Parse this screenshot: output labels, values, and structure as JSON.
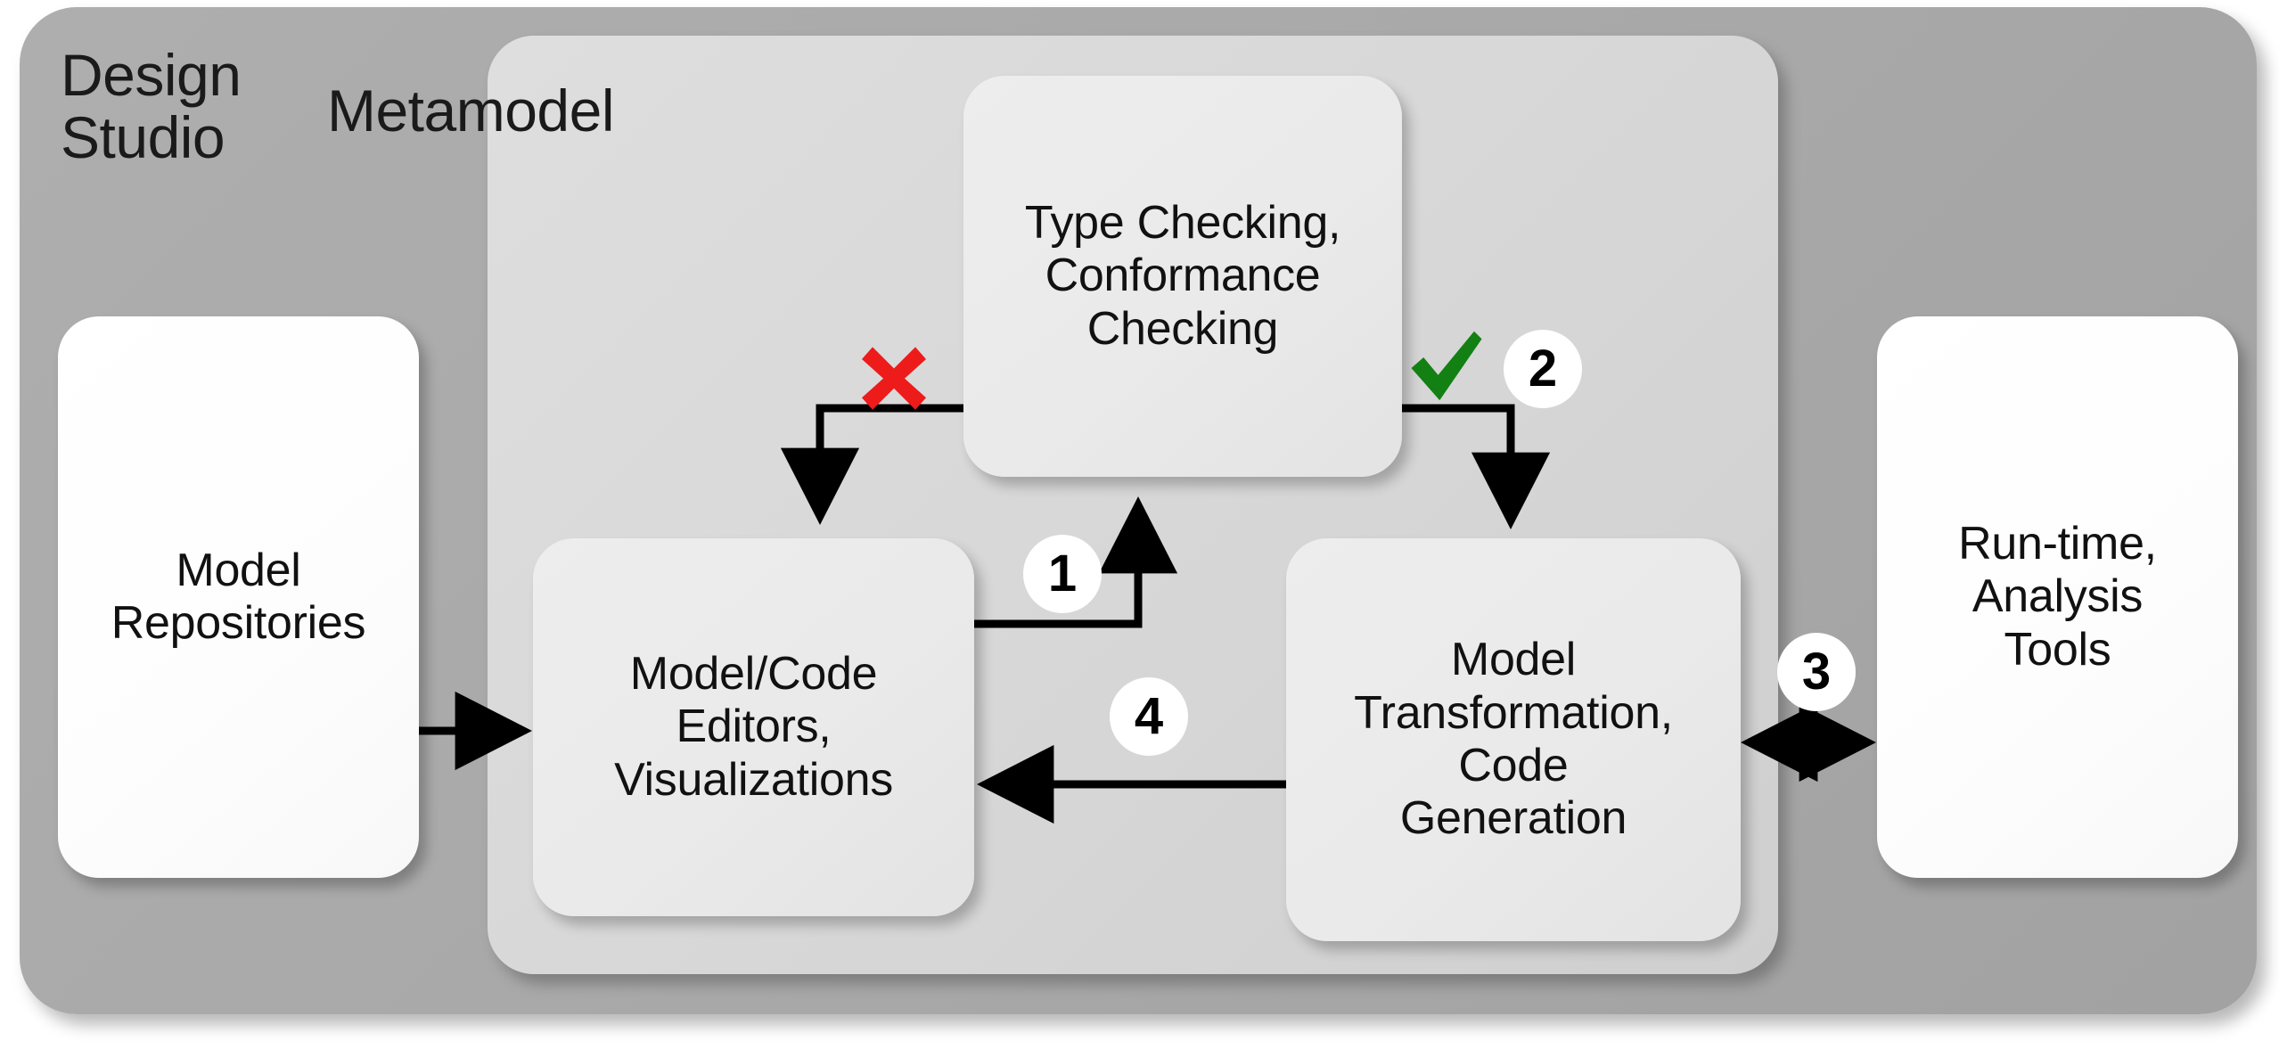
{
  "diagram": {
    "title": "Design Studio model-driven engineering workflow",
    "outer_container": {
      "label": "Design\nStudio"
    },
    "meta_container": {
      "label": "Metamodel"
    },
    "nodes": [
      {
        "id": "model-repositories",
        "label": "Model\nRepositories",
        "style": "white"
      },
      {
        "id": "type-checking",
        "label": "Type Checking,\nConformance\nChecking",
        "style": "light"
      },
      {
        "id": "editors",
        "label": "Model/Code\nEditors,\nVisualizations",
        "style": "light"
      },
      {
        "id": "transformation",
        "label": "Model\nTransformation,\nCode\nGeneration",
        "style": "light"
      },
      {
        "id": "runtime",
        "label": "Run-time,\nAnalysis\nTools",
        "style": "white"
      }
    ],
    "badges": [
      {
        "id": "badge-1",
        "label": "1"
      },
      {
        "id": "badge-2",
        "label": "2"
      },
      {
        "id": "badge-3",
        "label": "3"
      },
      {
        "id": "badge-4",
        "label": "4"
      }
    ],
    "marks": [
      {
        "id": "mark-fail",
        "icon": "cross-icon",
        "glyph": "✖",
        "color": "#ee1b1b",
        "meaning": "check failed"
      },
      {
        "id": "mark-pass",
        "icon": "check-icon",
        "glyph": "✔",
        "color": "#128012",
        "meaning": "check passed"
      }
    ],
    "edges": [
      {
        "id": "edge-repositories-to-editors",
        "from": "model-repositories",
        "to": "editors",
        "arrow": "single",
        "label": ""
      },
      {
        "id": "edge-editors-to-typechecking",
        "from": "editors",
        "to": "type-checking",
        "arrow": "single",
        "label": "1"
      },
      {
        "id": "edge-typechecking-fail",
        "from": "type-checking",
        "to": "editors",
        "arrow": "single",
        "label": ""
      },
      {
        "id": "edge-typechecking-pass",
        "from": "type-checking",
        "to": "transformation",
        "arrow": "single",
        "label": "2"
      },
      {
        "id": "edge-transformation-to-runtime",
        "from": "transformation",
        "to": "runtime",
        "arrow": "double",
        "label": "3"
      },
      {
        "id": "edge-transformation-to-editors",
        "from": "transformation",
        "to": "editors",
        "arrow": "single",
        "label": "4"
      }
    ],
    "colors": {
      "outer_panel": "#a8a8a8",
      "meta_panel": "#d6d6d6",
      "node_white": "#ffffff",
      "node_light": "#eaeaea",
      "connector": "#000000",
      "fail_mark": "#ee1b1b",
      "pass_mark": "#128012"
    }
  }
}
